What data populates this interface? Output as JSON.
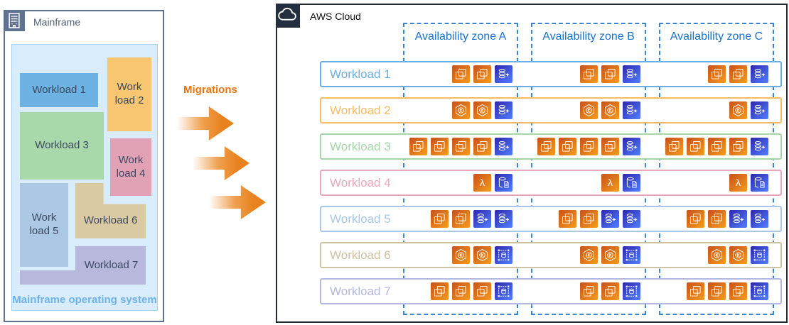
{
  "mainframe": {
    "title": "Mainframe",
    "os_label": "Mainframe operating system",
    "workloads": [
      {
        "label": "Workload 1",
        "color": "#6cb2e2"
      },
      {
        "label": "Work load 2",
        "color": "#f8c571"
      },
      {
        "label": "Workload 3",
        "color": "#a9d8ab"
      },
      {
        "label": "Work load 4",
        "color": "#e2a2b6"
      },
      {
        "label": "Work load 5",
        "color": "#abc8e4"
      },
      {
        "label": "Workload 6",
        "color": "#d9caa4"
      },
      {
        "label": "Workload 7",
        "color": "#b7b8dc"
      }
    ]
  },
  "migrations": {
    "label": "Migrations",
    "arrow_color": "#e8821e"
  },
  "aws_cloud": {
    "title": "AWS Cloud",
    "zones": [
      {
        "label": "Availability zone A"
      },
      {
        "label": "Availability zone B"
      },
      {
        "label": "Availability zone C"
      }
    ],
    "icon_style": {
      "compute_gradient": [
        "#c8511b",
        "#f59c1d"
      ],
      "database_gradient": [
        "#2e27ad",
        "#527fff"
      ]
    },
    "workload_rows": [
      {
        "label": "Workload 1",
        "color": "#6aaee4",
        "zones": {
          "a": [
            "ec2-instances",
            "ec2-instances",
            "database"
          ],
          "b": [
            "ec2-instances",
            "ec2-instances",
            "database"
          ],
          "c": [
            "ec2-instances",
            "ec2-instances",
            "database"
          ]
        }
      },
      {
        "label": "Workload 2",
        "color": "#f7bc63",
        "zones": {
          "a": [
            "eks",
            "eks",
            "database"
          ],
          "b": [
            "eks",
            "eks",
            "database"
          ],
          "c": [
            "eks",
            "database"
          ]
        }
      },
      {
        "label": "Workload 3",
        "color": "#a4d6a6",
        "zones": {
          "a": [
            "ec2-instances",
            "ec2-instances",
            "ec2-instances",
            "ec2-instances",
            "database"
          ],
          "b": [
            "ec2-instances",
            "ec2-instances",
            "ec2-instances",
            "ec2-instances",
            "database"
          ],
          "c": [
            "ec2-instances",
            "ec2-instances",
            "ec2-instances",
            "ec2-instances",
            "database"
          ]
        }
      },
      {
        "label": "Workload 4",
        "color": "#e9a8bb",
        "zones": {
          "a": [
            "lambda",
            "documentdb"
          ],
          "b": [
            "lambda",
            "documentdb"
          ],
          "c": [
            "lambda",
            "documentdb"
          ]
        }
      },
      {
        "label": "Workload 5",
        "color": "#a9c8e8",
        "zones": {
          "a": [
            "ec2-instances",
            "ec2-instances",
            "database",
            "database"
          ],
          "b": [
            "ec2-instances",
            "ec2-instances",
            "database",
            "database"
          ],
          "c": [
            "ec2-instances",
            "ec2-instances",
            "database",
            "database"
          ]
        }
      },
      {
        "label": "Workload 6",
        "color": "#cfc2a2",
        "zones": {
          "a": [
            "eks",
            "eks",
            "database-cluster"
          ],
          "b": [
            "eks",
            "eks",
            "database-cluster"
          ],
          "c": [
            "eks",
            "eks",
            "database-cluster"
          ]
        }
      },
      {
        "label": "Workload 7",
        "color": "#b3b8e2",
        "zones": {
          "a": [
            "ec2-instances",
            "ec2-instances",
            "ec2-instances",
            "database-cluster"
          ],
          "b": [
            "ec2-instances",
            "ec2-instances",
            "database-cluster"
          ],
          "c": [
            "ec2-instances",
            "ec2-instances",
            "ec2-instances",
            "database-cluster"
          ]
        }
      }
    ]
  }
}
